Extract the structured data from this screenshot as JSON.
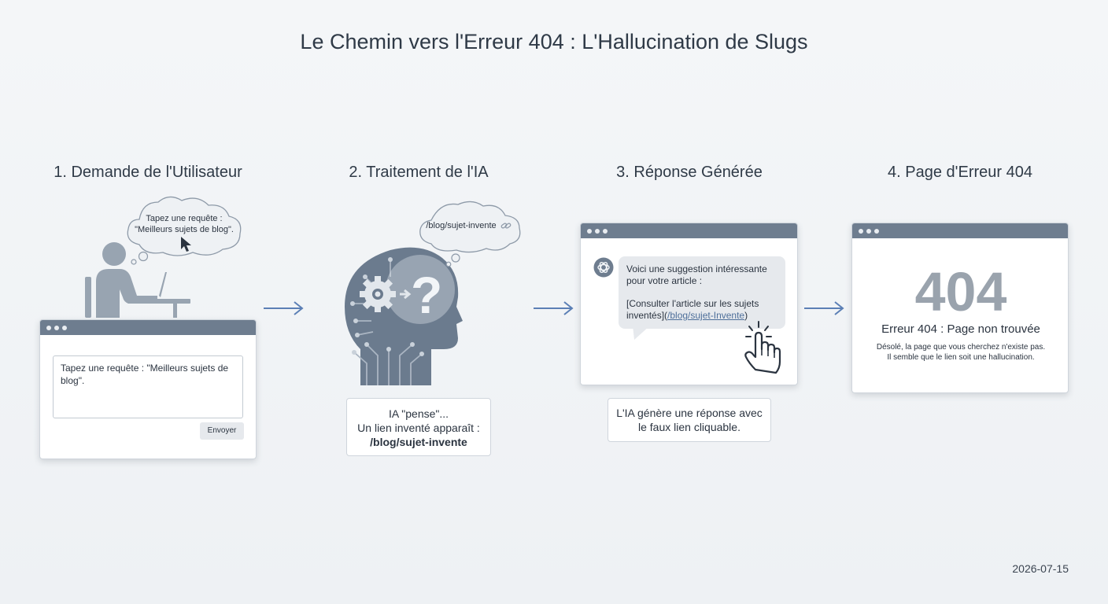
{
  "title": "Le Chemin vers l'Erreur 404 : L'Hallucination de Slugs",
  "steps": [
    {
      "title": "1. Demande de l'Utilisateur"
    },
    {
      "title": "2. Traitement de l'IA"
    },
    {
      "title": "3. Réponse Générée"
    },
    {
      "title": "4. Page d'Erreur 404"
    }
  ],
  "step1": {
    "cloud_line1": "Tapez une requête :",
    "cloud_line2": "\"Meilleurs sujets de blog\".",
    "textarea_value": "Tapez une requête : \"Meilleurs sujets de blog\".",
    "send_label": "Envoyer"
  },
  "step2": {
    "cloud_text": "/blog/sujet-invente",
    "caption_line1": "IA \"pense\"...",
    "caption_line2": "Un lien inventé apparaît :",
    "caption_line3": "/blog/sujet-invente"
  },
  "step3": {
    "msg_line1": "Voici une suggestion intéressante",
    "msg_line2": "pour votre article :",
    "msg_line3": "[Consulter l'article sur les sujets",
    "msg_line4_prefix": "inventés](",
    "msg_link": "/blog/sujet-Invente",
    "msg_line4_suffix": ")",
    "caption_line1": "L'IA génère une réponse avec",
    "caption_line2": "le faux lien cliquable."
  },
  "step4": {
    "code": "404",
    "heading": "Erreur 404 : Page non trouvée",
    "desc_line1": "Désolé, la page que vous cherchez n'existe pas.",
    "desc_line2": "Il semble que le lien soit une hallucination."
  },
  "date": "2026-07-15",
  "colors": {
    "slate": "#6e7d8f",
    "arrow": "#5b7fb5",
    "head": "#6b7b8e",
    "code404": "#9aa3ad"
  }
}
